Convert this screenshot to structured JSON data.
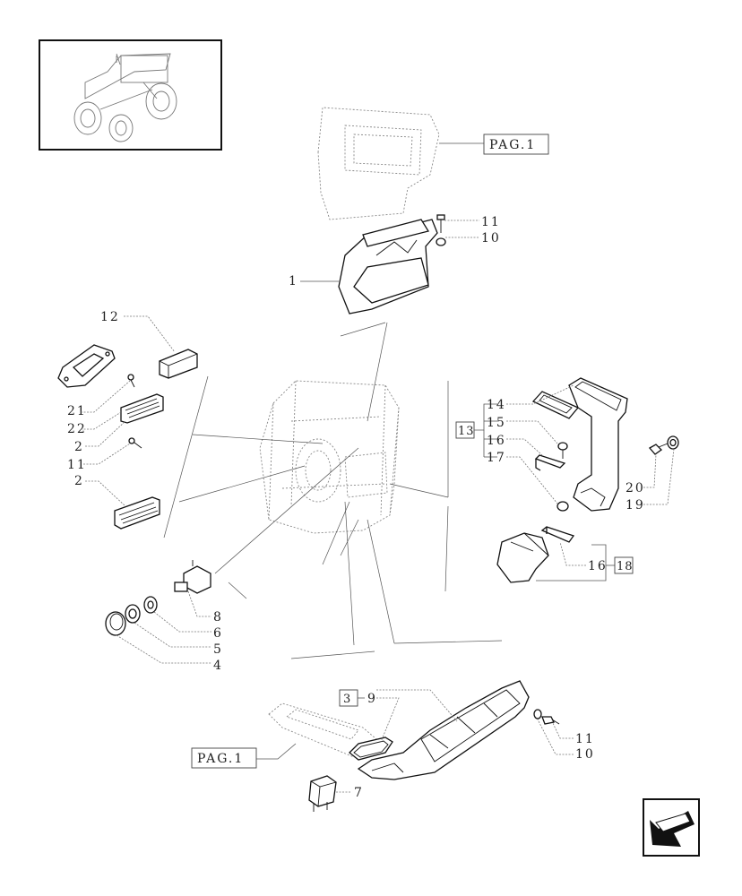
{
  "page_refs": [
    {
      "id": "pag-top",
      "text": "PAG.1"
    },
    {
      "id": "pag-bottom",
      "text": "PAG.1"
    }
  ],
  "callouts": {
    "c1": "1",
    "c2a": "2",
    "c2b": "2",
    "c3": "3",
    "c4": "4",
    "c5": "5",
    "c6": "6",
    "c7": "7",
    "c8": "8",
    "c9": "9",
    "c10a": "10",
    "c10b": "10",
    "c11a": "11",
    "c11b": "11",
    "c11c": "11",
    "c12": "12",
    "c13": "13",
    "c14": "14",
    "c15": "15",
    "c16a": "16",
    "c16b": "16",
    "c17": "17",
    "c18": "18",
    "c19": "19",
    "c20": "20",
    "c21": "21",
    "c22": "22"
  },
  "icons": {
    "thumbnail": "tractor-thumbnail-icon",
    "nav": "next-page-arrow-icon"
  }
}
